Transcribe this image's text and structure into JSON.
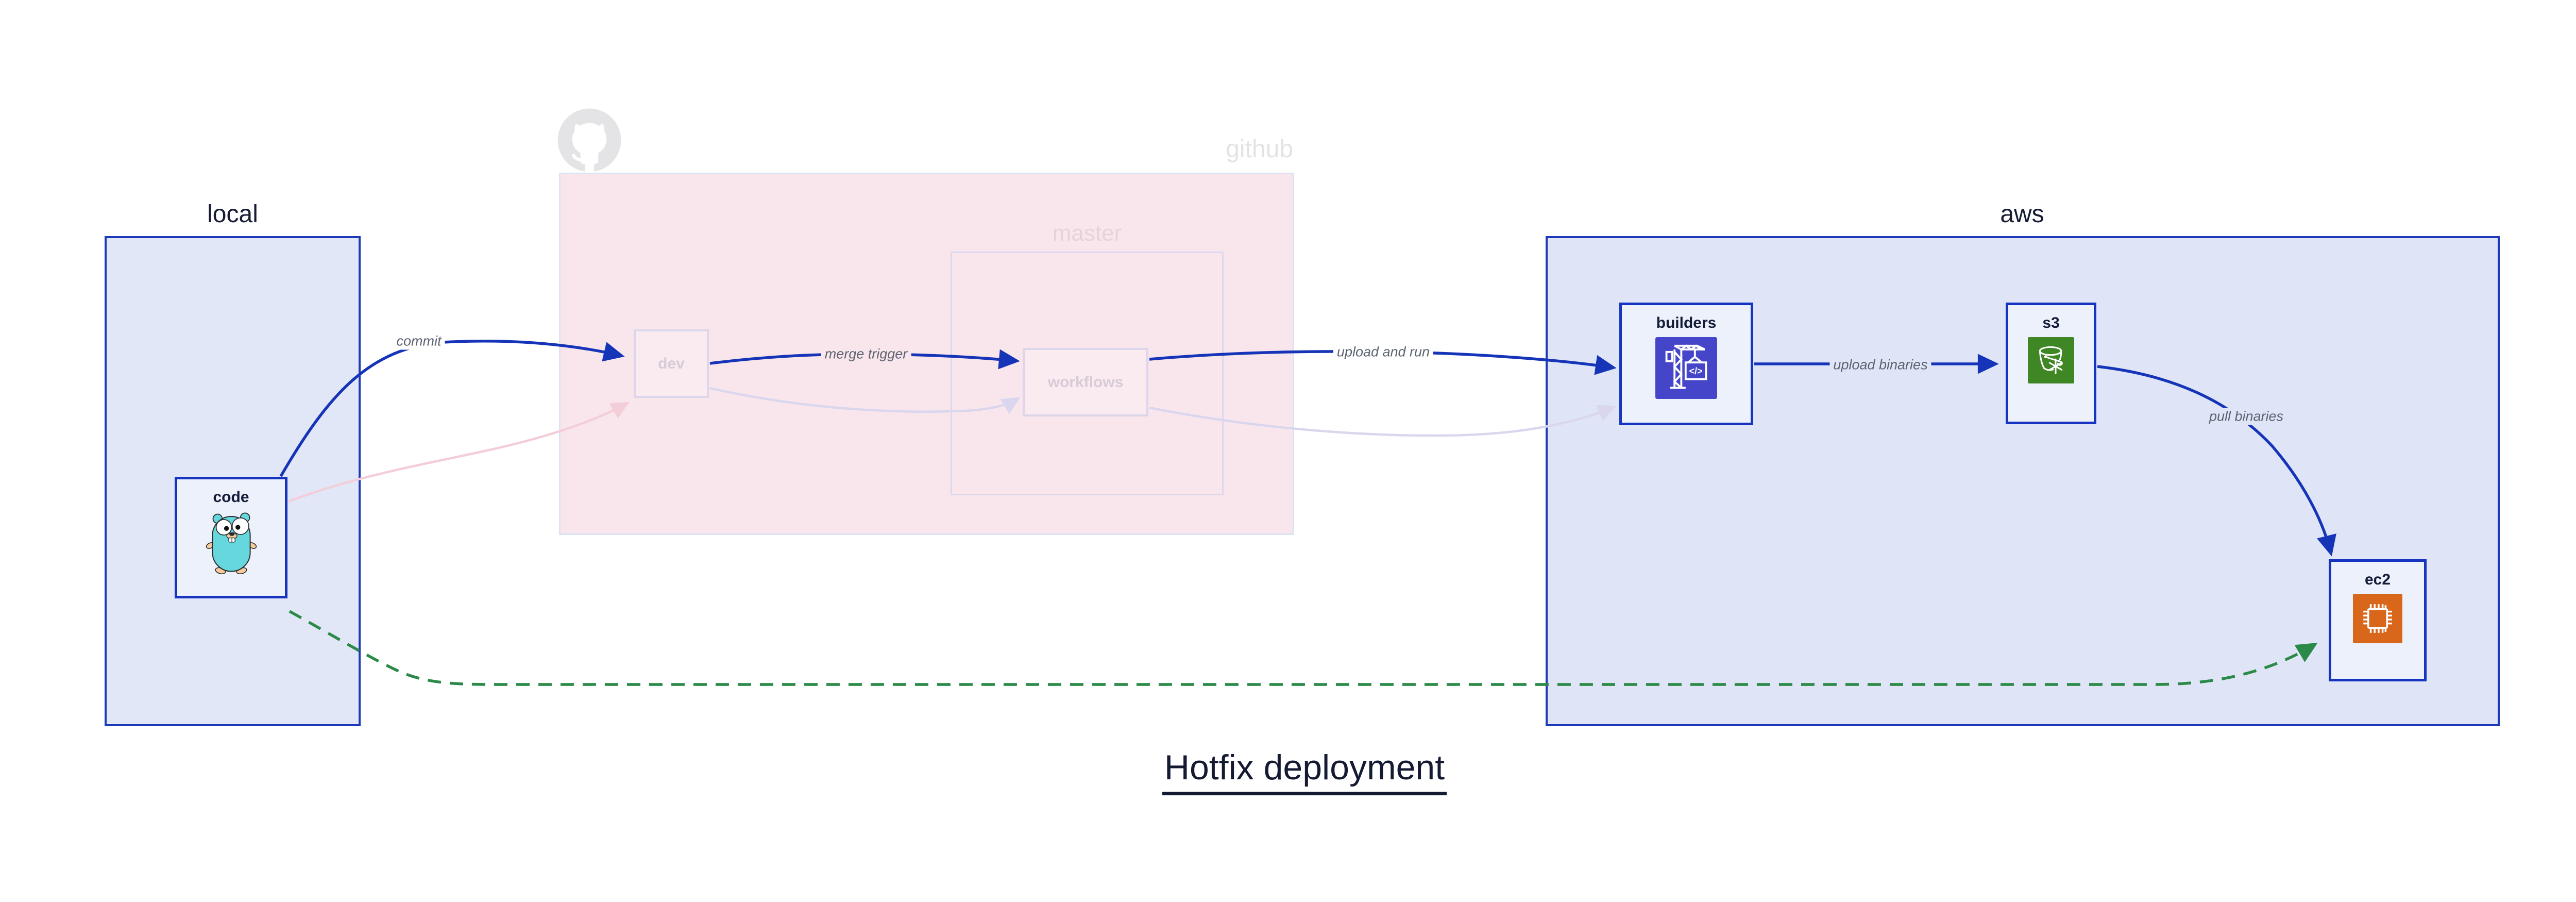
{
  "title": "Hotfix deployment",
  "groups": {
    "local": {
      "label": "local"
    },
    "github": {
      "label": "github"
    },
    "master": {
      "label": "master"
    },
    "aws": {
      "label": "aws"
    }
  },
  "nodes": {
    "code": {
      "label": "code",
      "icon": "go-gopher-icon"
    },
    "dev": {
      "label": "dev"
    },
    "workflows": {
      "label": "workflows"
    },
    "builders": {
      "label": "builders",
      "icon": "aws-codebuild-icon"
    },
    "s3": {
      "label": "s3",
      "icon": "aws-s3-glacier-icon"
    },
    "ec2": {
      "label": "ec2",
      "icon": "aws-ec2-icon"
    }
  },
  "edge_labels": {
    "commit": "commit",
    "merge_trigger": "merge trigger",
    "upload_and_run": "upload and run",
    "upload_binaries": "upload binaries",
    "pull_binaries": "pull binaries"
  },
  "edges": [
    {
      "from": "code",
      "to": "dev",
      "label": "commit",
      "style": "solid",
      "color": "#1634b8"
    },
    {
      "from": "code",
      "to": "dev",
      "label": "",
      "style": "faded",
      "color": "#f3cdd8"
    },
    {
      "from": "dev",
      "to": "workflows",
      "label": "merge trigger",
      "style": "solid",
      "color": "#1634b8"
    },
    {
      "from": "dev",
      "to": "workflows",
      "label": "",
      "style": "faded",
      "color": "#d9d6ee"
    },
    {
      "from": "workflows",
      "to": "builders",
      "label": "upload and run",
      "style": "solid",
      "color": "#1634b8"
    },
    {
      "from": "workflows",
      "to": "builders",
      "label": "",
      "style": "faded",
      "color": "#d9d6ee"
    },
    {
      "from": "builders",
      "to": "s3",
      "label": "upload binaries",
      "style": "solid",
      "color": "#1634b8"
    },
    {
      "from": "s3",
      "to": "ec2",
      "label": "pull binaries",
      "style": "solid",
      "color": "#1634b8"
    },
    {
      "from": "code",
      "to": "ec2",
      "label": "",
      "style": "dashed",
      "color": "#2b8a47"
    }
  ],
  "colors": {
    "edge_blue": "#1634b8",
    "edge_green_dashed": "#2b8a47",
    "edge_faded_pink": "#f3cdd8",
    "edge_faded_lavender": "#d9d6ee",
    "group_border_blue": "#1c3ab8",
    "group_fill_lavender": "#e1e6f8",
    "github_fill_pink": "#f9e6ec",
    "node_fill": "#edf1fb",
    "codebuild_icon_bg": "#4545c9",
    "s3_glacier_icon_bg": "#3f8624",
    "ec2_icon_bg": "#d9671b",
    "gopher_teal": "#67d7de",
    "title_color": "#141a32"
  }
}
